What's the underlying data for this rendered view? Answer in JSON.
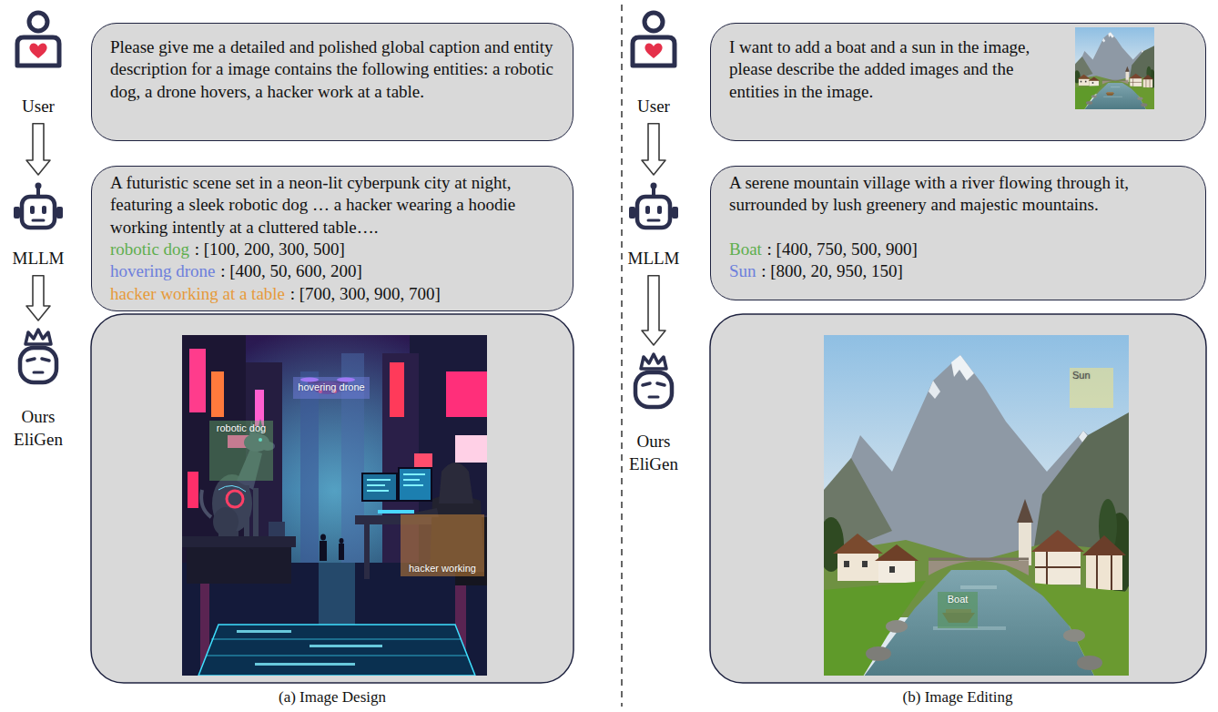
{
  "diagram": {
    "nodes": [
      {
        "text": [
          "User"
        ]
      },
      {
        "text": [
          "Please give me a detailed and polished global caption and entity description for a image contains the following entities: a robotic dog, a drone hovers, a hacker work at a table."
        ]
      },
      {
        "text": [
          "MLLM"
        ]
      },
      {
        "text": [
          "A futuristic scene set in a neon-lit cyberpunk city at night, featuring a sleek robotic dog … a hacker wearing a hoodie working intently at a cluttered table….",
          "robotic dog",
          ": [100, 200, 300, 500]",
          "hovering drone",
          ": [400, 50, 600, 200]",
          "hacker working at a table",
          ": [700, 300, 900, 700]"
        ]
      },
      {
        "text": [
          "Ours EliGen"
        ]
      },
      {
        "text": [
          "hovering drone"
        ]
      },
      {
        "text": [
          "robotic dog"
        ]
      },
      {
        "text": [
          "hacker working"
        ]
      },
      {
        "text": [
          "User"
        ]
      },
      {
        "text": [
          "I want to add a boat and a sun in the image, please describe the added images and the entities in the image."
        ]
      },
      {
        "text": [
          "MLLM"
        ]
      },
      {
        "text": [
          "A serene mountain village with a river flowing through it, surrounded by lush greenery and majestic mountains.",
          "Boat",
          ": [400, 750, 500, 900]",
          "Sun",
          ": [800, 20, 950, 150]"
        ]
      },
      {
        "text": [
          "Ours EliGen"
        ]
      },
      {
        "text": [
          "Sun"
        ]
      },
      {
        "text": [
          "Boat"
        ]
      }
    ],
    "edges": [
      {
        "from": 0,
        "to": 2,
        "arrow": "to"
      },
      {
        "from": 2,
        "to": 4,
        "arrow": "to"
      },
      {
        "from": 8,
        "to": 10,
        "arrow": "to"
      },
      {
        "from": 10,
        "to": 12,
        "arrow": "to"
      }
    ],
    "labels": [
      "(a) Image Design",
      "(b) Image Editing"
    ]
  }
}
